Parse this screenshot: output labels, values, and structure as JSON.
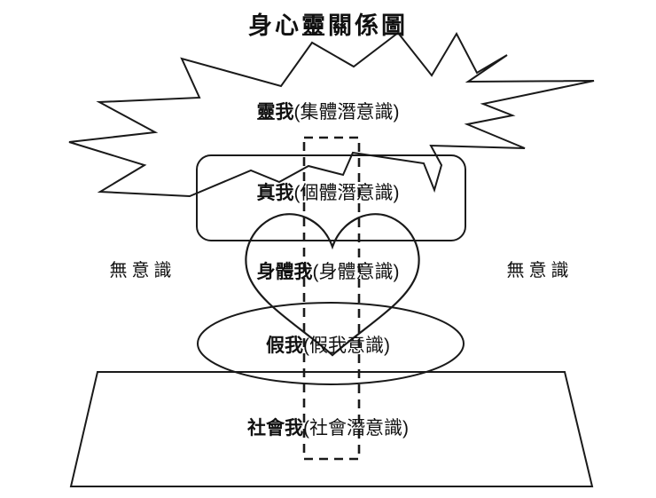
{
  "title": "身心靈關係圖",
  "colors": {
    "stroke": "#1a1a1a",
    "background": "#ffffff"
  },
  "side_labels": {
    "left": "無意識",
    "right": "無意識"
  },
  "layers": [
    {
      "shape": "starburst",
      "name": "靈我",
      "subtitle": "(集體潛意識)"
    },
    {
      "shape": "rounded-rectangle",
      "name": "真我",
      "subtitle": "(個體潛意識)"
    },
    {
      "shape": "heart",
      "name": "身體我",
      "subtitle": "(身體意識)"
    },
    {
      "shape": "ellipse",
      "name": "假我",
      "subtitle": "(假我意識)"
    },
    {
      "shape": "trapezoid",
      "name": "社會我",
      "subtitle": "(社會潛意識)"
    }
  ],
  "connector": {
    "style": "dashed-rectangle"
  }
}
